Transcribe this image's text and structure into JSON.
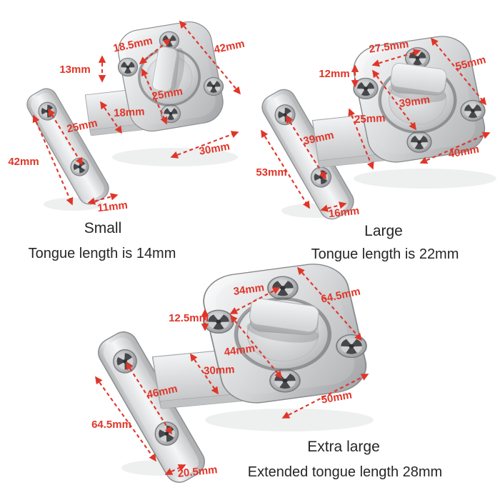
{
  "image_type": "product-dimension-diagram",
  "subject": "rotating latch bolt lock, three sizes with keeper plates",
  "colors": {
    "background": "#ffffff",
    "dimension_red": "#e03529",
    "caption_text": "#262626",
    "metal_light": "#f4f5f6",
    "metal_dark": "#a7a9ab"
  },
  "products": [
    {
      "id": "small",
      "caption": "Small",
      "tongue_note": "Tongue length is 14mm",
      "dims": {
        "top_hole_spacing": "18.5mm",
        "plate_diag": "42mm",
        "edge_offset": "13mm",
        "screw_span": "25mm",
        "tongue_width": "18mm",
        "keeper_hole_spacing": "25mm",
        "plate_width": "30mm",
        "keeper_length": "42mm",
        "keeper_width": "11mm"
      }
    },
    {
      "id": "large",
      "caption": "Large",
      "tongue_note": "Tongue length is 22mm",
      "dims": {
        "top_hole_spacing": "27.5mm",
        "plate_diag": "55mm",
        "edge_offset": "12mm",
        "screw_span": "39mm",
        "tongue_width": "25mm",
        "keeper_hole_spacing": "39mm",
        "plate_width": "40mm",
        "keeper_length": "53mm",
        "keeper_width": "16mm"
      }
    },
    {
      "id": "extra_large",
      "caption": "Extra large",
      "tongue_note": "Extended tongue length 28mm",
      "dims": {
        "top_hole_spacing": "34mm",
        "plate_diag": "64.5mm",
        "edge_offset": "12.5mm",
        "screw_span": "44mm",
        "tongue_width": "30mm",
        "keeper_hole_spacing": "46mm",
        "plate_width": "50mm",
        "keeper_length": "64.5mm",
        "keeper_width": "20.5mm"
      }
    }
  ]
}
